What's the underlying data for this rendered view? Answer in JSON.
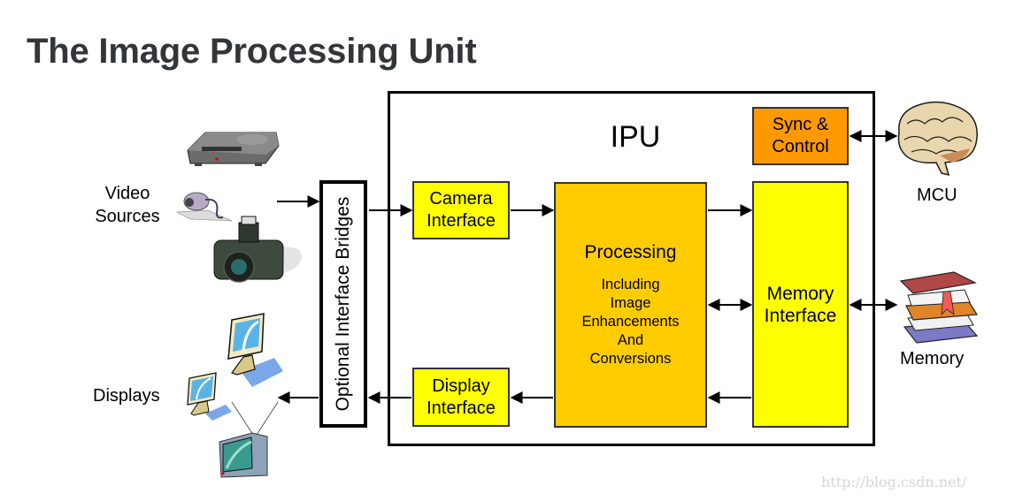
{
  "title": "The Image Processing Unit",
  "ipu": {
    "label": "IPU",
    "blocks": {
      "camera_interface": [
        "Camera",
        "Interface"
      ],
      "display_interface": [
        "Display",
        "Interface"
      ],
      "processing": {
        "title": "Processing",
        "subtitle": [
          "Including",
          "Image",
          "Enhancements",
          "And",
          "Conversions"
        ]
      },
      "memory_interface": [
        "Memory",
        "Interface"
      ],
      "sync_control": [
        "Sync &",
        "Control"
      ]
    }
  },
  "bridge": {
    "label": "Optional Interface Bridges"
  },
  "external": {
    "video_sources": {
      "label": [
        "Video",
        "Sources"
      ],
      "icons": [
        "video-player-icon",
        "webcam-icon",
        "camera-icon"
      ]
    },
    "displays": {
      "label": "Displays",
      "icons": [
        "monitor-icon",
        "monitor-icon",
        "tv-icon"
      ]
    },
    "mcu": {
      "label": "MCU",
      "icon": "brain-icon"
    },
    "memory": {
      "label": "Memory",
      "icon": "books-icon"
    }
  },
  "colors": {
    "yellow_block": "#ffff00",
    "processing_block": "#ffcc00",
    "sync_block": "#ff9900",
    "title_text": "#333639"
  },
  "watermark": "http://blog.csdn.net/"
}
